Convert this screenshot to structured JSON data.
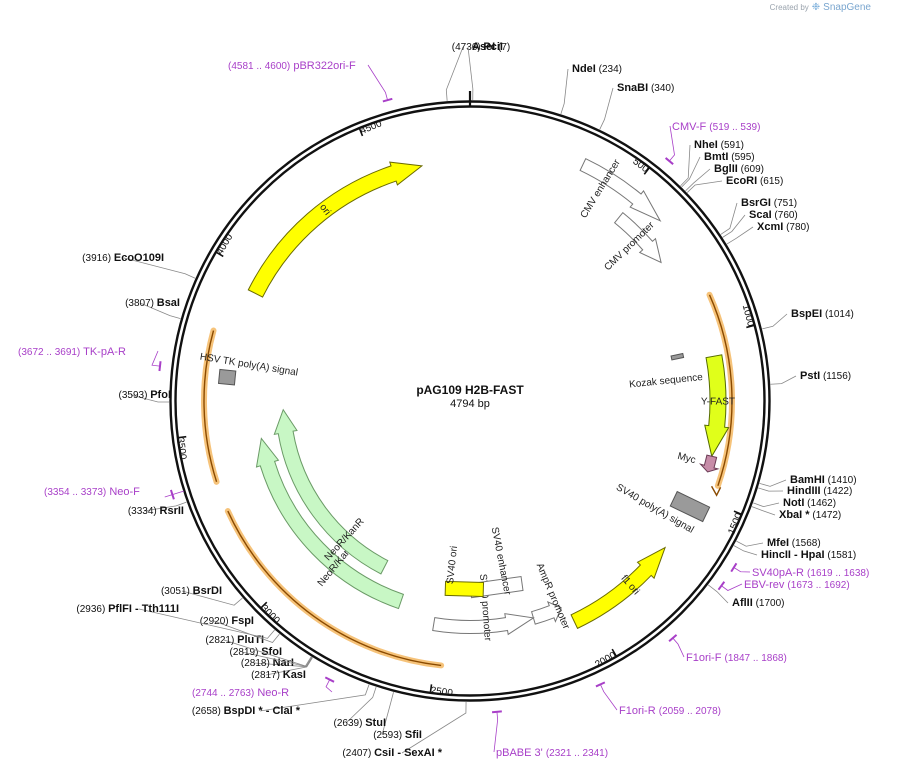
{
  "branding": {
    "prefix": "Created by",
    "name": "SnapGene"
  },
  "plasmid": {
    "name": "pAG109 H2B-FAST",
    "length_label": "4794 bp"
  },
  "ticks": [
    "500",
    "1000",
    "1500",
    "2000",
    "2500",
    "3000",
    "3500",
    "4000",
    "4500"
  ],
  "features": [
    {
      "id": "cmv-enhancer",
      "label": "CMV enhancer",
      "fill": "#ffffff",
      "stroke": "#777777"
    },
    {
      "id": "cmv-promoter",
      "label": "CMV promoter",
      "fill": "#ffffff",
      "stroke": "#777777"
    },
    {
      "id": "kozak",
      "label": "Kozak sequence",
      "fill": "#999999",
      "stroke": "#555555"
    },
    {
      "id": "y-fast",
      "label": "Y-FAST",
      "fill": "#e0ff1a",
      "stroke": "#556b00"
    },
    {
      "id": "myc",
      "label": "Myc",
      "fill": "#c78ca8",
      "stroke": "#6b3b55"
    },
    {
      "id": "sv40-polya",
      "label": "SV40 poly(A) signal",
      "fill": "#9a9a9a",
      "stroke": "#555555"
    },
    {
      "id": "f1-ori",
      "label": "f1 ori",
      "fill": "#ffff00",
      "stroke": "#6b6b00"
    },
    {
      "id": "ampr-promoter",
      "label": "AmpR promoter",
      "fill": "#ffffff",
      "stroke": "#777777"
    },
    {
      "id": "sv40-promoter",
      "label": "SV40 promoter",
      "fill": "#ffffff",
      "stroke": "#777777"
    },
    {
      "id": "sv40-enhancer",
      "label": "SV40 enhancer",
      "fill": "#ffffff",
      "stroke": "#777777"
    },
    {
      "id": "sv40-ori",
      "label": "SV40 ori",
      "fill": "#ffff00",
      "stroke": "#6b6b00"
    },
    {
      "id": "neor-inner",
      "label": "NeoR/KanR",
      "fill": "#c8f7c5",
      "stroke": "#6a9a66"
    },
    {
      "id": "neor-outer",
      "label": "NeoR/KanR",
      "fill": "#c8f7c5",
      "stroke": "#6a9a66"
    },
    {
      "id": "hsv-tk-polya",
      "label": "HSV TK poly(A) signal",
      "fill": "#9a9a9a",
      "stroke": "#555555"
    },
    {
      "id": "ori",
      "label": "ori",
      "fill": "#ffff00",
      "stroke": "#6b6b00"
    }
  ],
  "enzymes": [
    {
      "name": "PciI",
      "pos": "(4736)"
    },
    {
      "name": "AseI",
      "pos": "(7)"
    },
    {
      "name": "NdeI",
      "pos": "(234)"
    },
    {
      "name": "SnaBI",
      "pos": "(340)"
    },
    {
      "name": "NheI",
      "pos": "(591)"
    },
    {
      "name": "BmtI",
      "pos": "(595)"
    },
    {
      "name": "BglII",
      "pos": "(609)"
    },
    {
      "name": "EcoRI",
      "pos": "(615)"
    },
    {
      "name": "BsrGI",
      "pos": "(751)"
    },
    {
      "name": "ScaI",
      "pos": "(760)"
    },
    {
      "name": "XcmI",
      "pos": "(780)"
    },
    {
      "name": "BspEI",
      "pos": "(1014)"
    },
    {
      "name": "PstI",
      "pos": "(1156)"
    },
    {
      "name": "BamHI",
      "pos": "(1410)"
    },
    {
      "name": "HindIII",
      "pos": "(1422)"
    },
    {
      "name": "NotI",
      "pos": "(1462)"
    },
    {
      "name": "XbaI *",
      "pos": "(1472)"
    },
    {
      "name": "MfeI",
      "pos": "(1568)"
    },
    {
      "name": "HincII",
      "name2": "HpaI",
      "pos": "(1581)"
    },
    {
      "name": "AflII",
      "pos": "(1700)"
    },
    {
      "name": "CsiI",
      "name2": "SexAI *",
      "pos": "(2407)"
    },
    {
      "name": "SfiI",
      "pos": "(2593)"
    },
    {
      "name": "StuI",
      "pos": "(2639)"
    },
    {
      "name": "BspDI *",
      "name2": "ClaI *",
      "pos": "(2658)"
    },
    {
      "name": "KasI",
      "pos": "(2817)"
    },
    {
      "name": "NarI",
      "pos": "(2818)"
    },
    {
      "name": "SfoI",
      "pos": "(2819)"
    },
    {
      "name": "PluTI",
      "pos": "(2821)"
    },
    {
      "name": "FspI",
      "pos": "(2920)"
    },
    {
      "name": "PflFI",
      "name2": "Tth111I",
      "pos": "(2936)"
    },
    {
      "name": "BsrDI",
      "pos": "(3051)"
    },
    {
      "name": "RsrII",
      "pos": "(3334)"
    },
    {
      "name": "PfoI",
      "pos": "(3593)"
    },
    {
      "name": "BsaI",
      "pos": "(3807)"
    },
    {
      "name": "EcoO109I",
      "pos": "(3916)"
    }
  ],
  "primers": [
    {
      "name": "pBR322ori-F",
      "range": "(4581 .. 4600)"
    },
    {
      "name": "CMV-F",
      "range": "(519 .. 539)"
    },
    {
      "name": "SV40pA-R",
      "range": "(1619 .. 1638)"
    },
    {
      "name": "EBV-rev",
      "range": "(1673 .. 1692)"
    },
    {
      "name": "F1ori-F",
      "range": "(1847 .. 1868)"
    },
    {
      "name": "F1ori-R",
      "range": "(2059 .. 2078)"
    },
    {
      "name": "pBABE 3'",
      "range": "(2321 .. 2341)"
    },
    {
      "name": "Neo-R",
      "range": "(2744 .. 2763)"
    },
    {
      "name": "Neo-F",
      "range": "(3354 .. 3373)"
    },
    {
      "name": "TK-pA-R",
      "range": "(3672 .. 3691)"
    }
  ],
  "colors": {
    "backbone": "#111111",
    "primer": "#a83fc8",
    "orf_highlight": "#f6c37a",
    "orf_line": "#8a4a00"
  }
}
